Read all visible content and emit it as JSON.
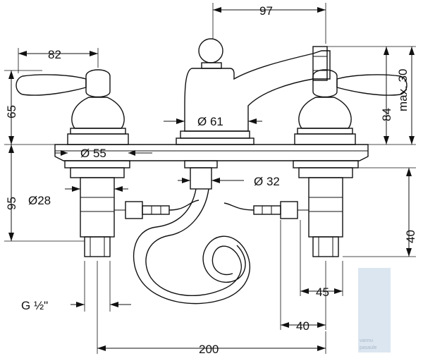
{
  "dimensions": {
    "top_width": "97",
    "handle_width": "82",
    "max_height": "max. 30",
    "handle_height": "65",
    "right_height": "84",
    "spout_dia": "Ø 61",
    "base_dia": "Ø 55",
    "shank_height": "95",
    "shank_dia": "Ø28",
    "hose_dia": "Ø 32",
    "right_shank": "40",
    "thread": "G ½\"",
    "offset_45": "45",
    "offset_40": "40",
    "total_width": "200"
  },
  "watermark": {
    "line1": "vannu",
    "line2": "pasaule"
  },
  "colors": {
    "line": "#111111",
    "watermark": "#dbe6f1"
  }
}
